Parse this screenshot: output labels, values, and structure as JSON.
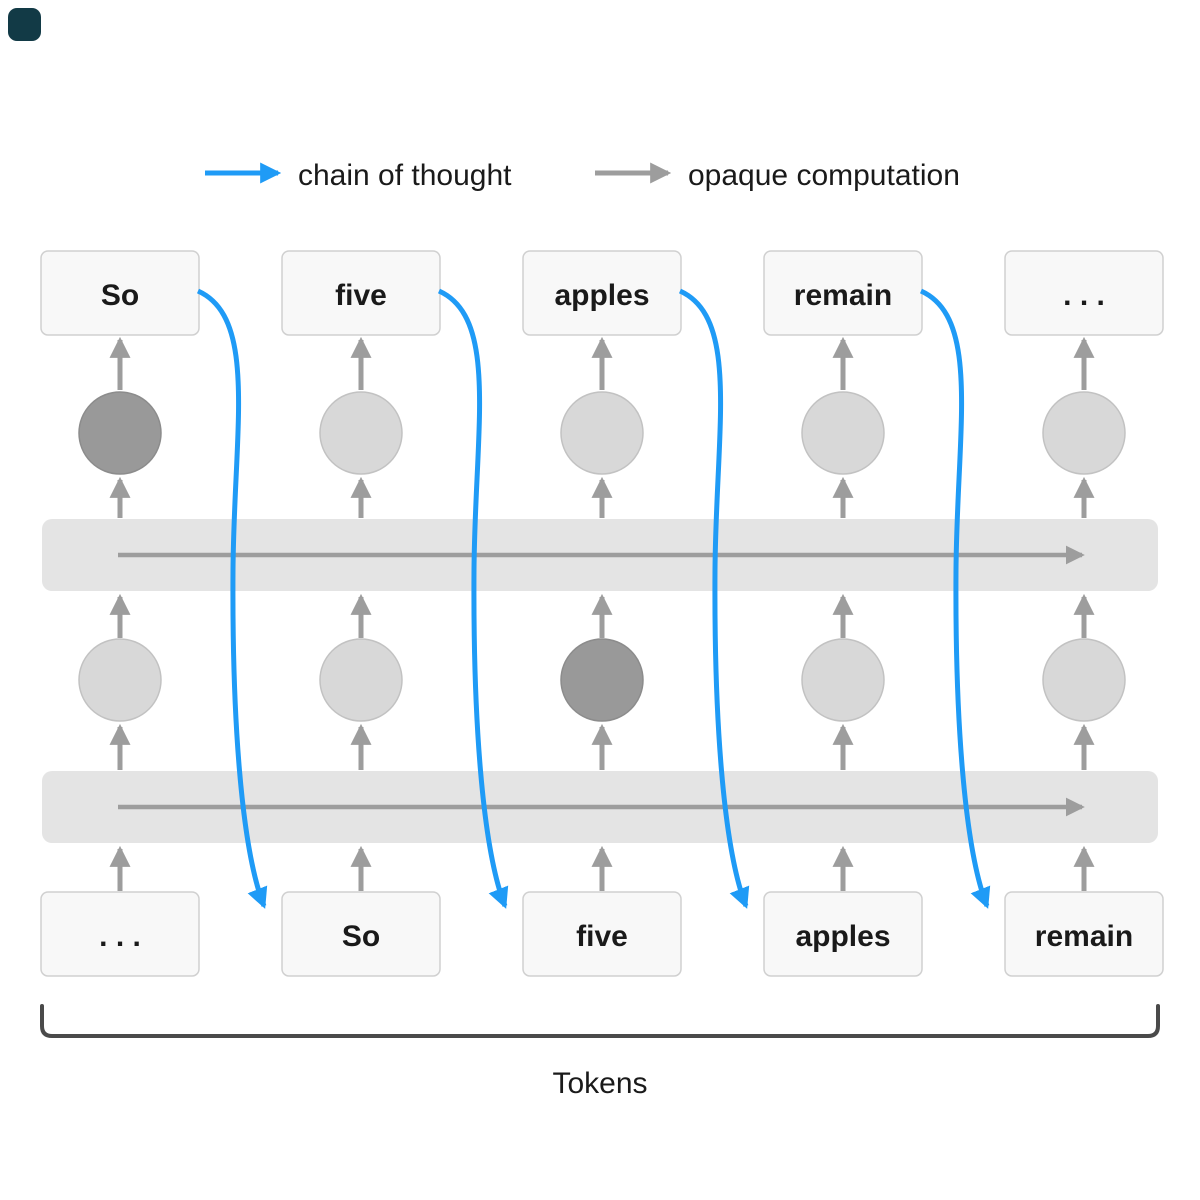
{
  "legend": {
    "chain_of_thought": "chain of thought",
    "opaque_computation": "opaque computation"
  },
  "top_tokens": [
    "So",
    "five",
    "apples",
    "remain",
    ". . ."
  ],
  "bottom_tokens": [
    ". . .",
    "So",
    "five",
    "apples",
    "remain"
  ],
  "caption": "Tokens",
  "colors": {
    "blue": "#1f9bf6",
    "gray-arrow": "#9d9d9d",
    "band-fill": "#e4e4e4",
    "circle-light": "#d8d8d8",
    "circle-light-stroke": "#c2c2c2",
    "circle-dark": "#999999",
    "circle-dark-stroke": "#8c8c8c",
    "box-fill": "#f8f8f8",
    "box-stroke": "#d0d0d0",
    "text": "#1a1a1a",
    "bracket": "#4a4a4a",
    "corner-square": "#123a46"
  }
}
